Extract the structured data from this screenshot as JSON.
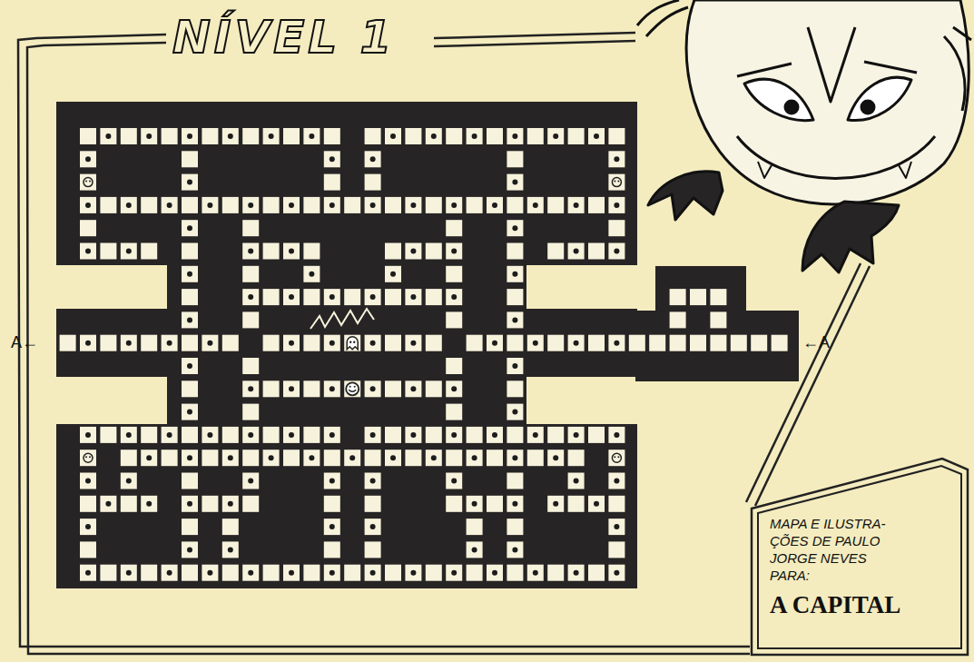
{
  "diagram": {
    "title": "NÍVEL 1",
    "nodes": [
      {
        "text": [
          "MAPA E ILUSTRA- ÇÕES DE PAULO JORGE NEVES PARA:",
          "A CAPITAL"
        ]
      }
    ],
    "labels": [
      "A←",
      "←A"
    ]
  }
}
